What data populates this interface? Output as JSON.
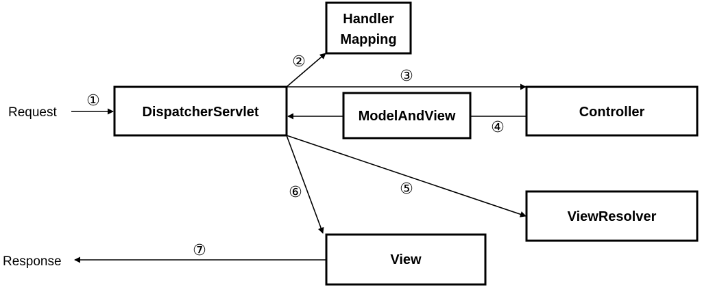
{
  "nodes": {
    "handler_mapping": {
      "line1": "Handler",
      "line2": "Mapping"
    },
    "dispatcher_servlet": "DispatcherServlet",
    "model_and_view": "ModelAndView",
    "controller": "Controller",
    "view_resolver": "ViewResolver",
    "view": "View"
  },
  "labels": {
    "request": "Request",
    "response": "Response"
  },
  "steps": [
    "①",
    "②",
    "③",
    "④",
    "⑤",
    "⑥",
    "⑦"
  ],
  "colors": {
    "line": "#000000",
    "background": "#ffffff"
  }
}
